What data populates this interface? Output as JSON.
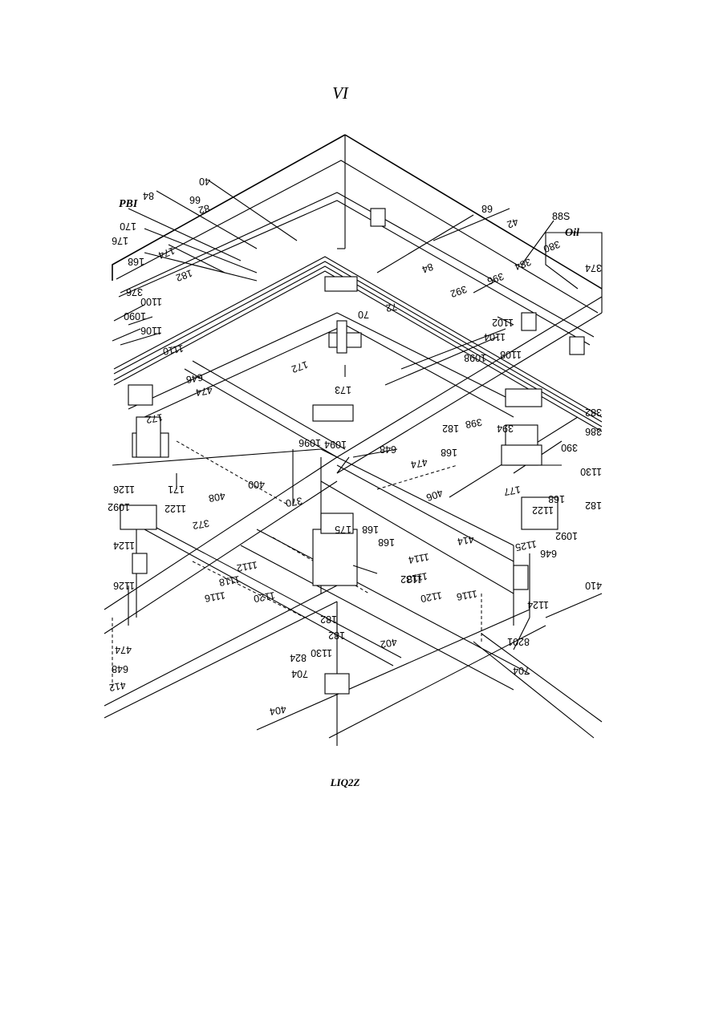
{
  "heading": "VI",
  "caption": "LIQ2Z",
  "labels": {
    "l40": "40",
    "l84a": "84",
    "l66": "66",
    "l82": "82",
    "pbi": "PBI",
    "l170": "170",
    "l176": "176",
    "l174": "174",
    "l168a": "168",
    "l182a": "182",
    "l376": "376",
    "l1100": "1100",
    "l1090": "1090",
    "l1106": "1106",
    "l1110": "1110",
    "l68": "68",
    "l42": "42",
    "l88s": "88S",
    "l380": "380",
    "oil": "Oil",
    "l374": "374",
    "l384": "384",
    "l84b": "84",
    "l396": "396",
    "l392": "392",
    "l70": "70",
    "l72": "72",
    "l1102": "1102",
    "l1104": "1104",
    "l1108": "1108",
    "l1098": "1098",
    "l172a": "172",
    "l173": "173",
    "l646a": "646",
    "l474a": "474",
    "l382": "382",
    "l172b": "172",
    "l182b": "182",
    "l398": "398",
    "l394": "394",
    "l386": "386",
    "l168b": "168",
    "l390": "390",
    "l1094": "1094",
    "l1096": "1096",
    "l648a": "648",
    "l474b": "474",
    "l1130a": "1130",
    "l177": "177",
    "l182c": "182",
    "l168c": "168",
    "l1126a": "1126",
    "l171": "171",
    "l408": "408",
    "l400": "400",
    "l370": "370",
    "l406": "406",
    "l1092a": "1092",
    "l1122a": "1122",
    "l372": "372",
    "l1122b": "1122",
    "l1092b": "1092",
    "l1124a": "1124",
    "l175": "175",
    "l168d": "168",
    "l168e": "168",
    "l414": "414",
    "l1125": "1125",
    "l646b": "646",
    "l1112": "1112",
    "l1114": "1114",
    "l1118a": "1118",
    "l1126b": "1126",
    "l1116a": "1116",
    "l1118b": "1118",
    "l1120a": "1120",
    "l1132": "1132",
    "l1120b": "1120",
    "l1116b": "1116",
    "l410": "410",
    "l1124b": "1124",
    "l182d": "182",
    "l182e": "182",
    "l474c": "474",
    "l402": "402",
    "l1130b": "1130",
    "l648b": "648",
    "l412": "412",
    "l824": "824",
    "l704a": "704",
    "l8201": "8201",
    "l704b": "704",
    "l404": "404"
  }
}
